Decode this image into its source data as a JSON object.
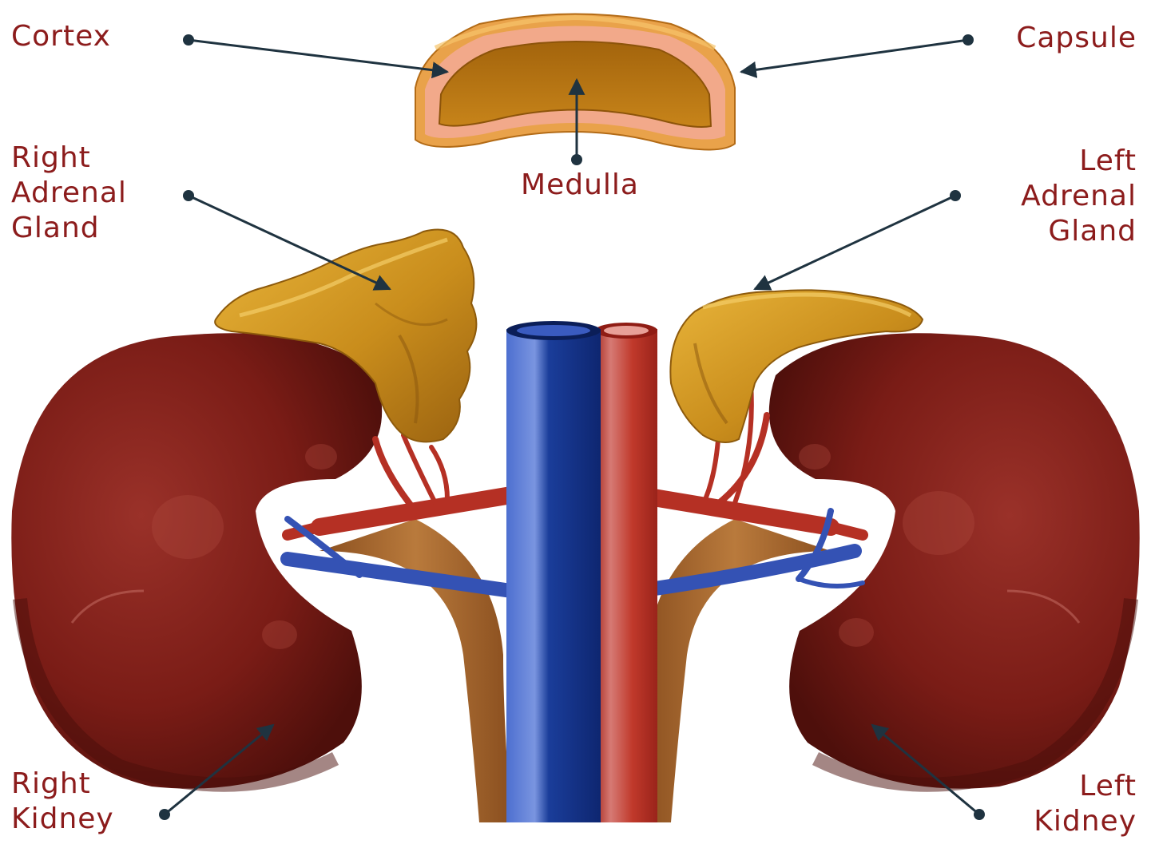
{
  "labels": {
    "cortex": "Cortex",
    "capsule": "Capsule",
    "medulla": "Medulla",
    "right_adrenal": [
      "Right",
      "Adrenal",
      "Gland"
    ],
    "left_adrenal": [
      "Left",
      "Adrenal",
      "Gland"
    ],
    "right_kidney": [
      "Right",
      "Kidney"
    ],
    "left_kidney": [
      "Left",
      "Kidney"
    ]
  },
  "colors": {
    "label_text": "#8c1c1c",
    "pointer": "#1f3340",
    "kidney": "#7a1c16",
    "kidney_dark": "#5a120e",
    "adrenal": "#d19a22",
    "adrenal_dark": "#a46a12",
    "capsule_section": "#f2a98a",
    "medulla_section": "#b8730e",
    "vena_cava": "#1a3d9a",
    "aorta": "#c0392b",
    "artery": "#b53024",
    "vein": "#3452b4",
    "ureter": "#a86a2e"
  }
}
